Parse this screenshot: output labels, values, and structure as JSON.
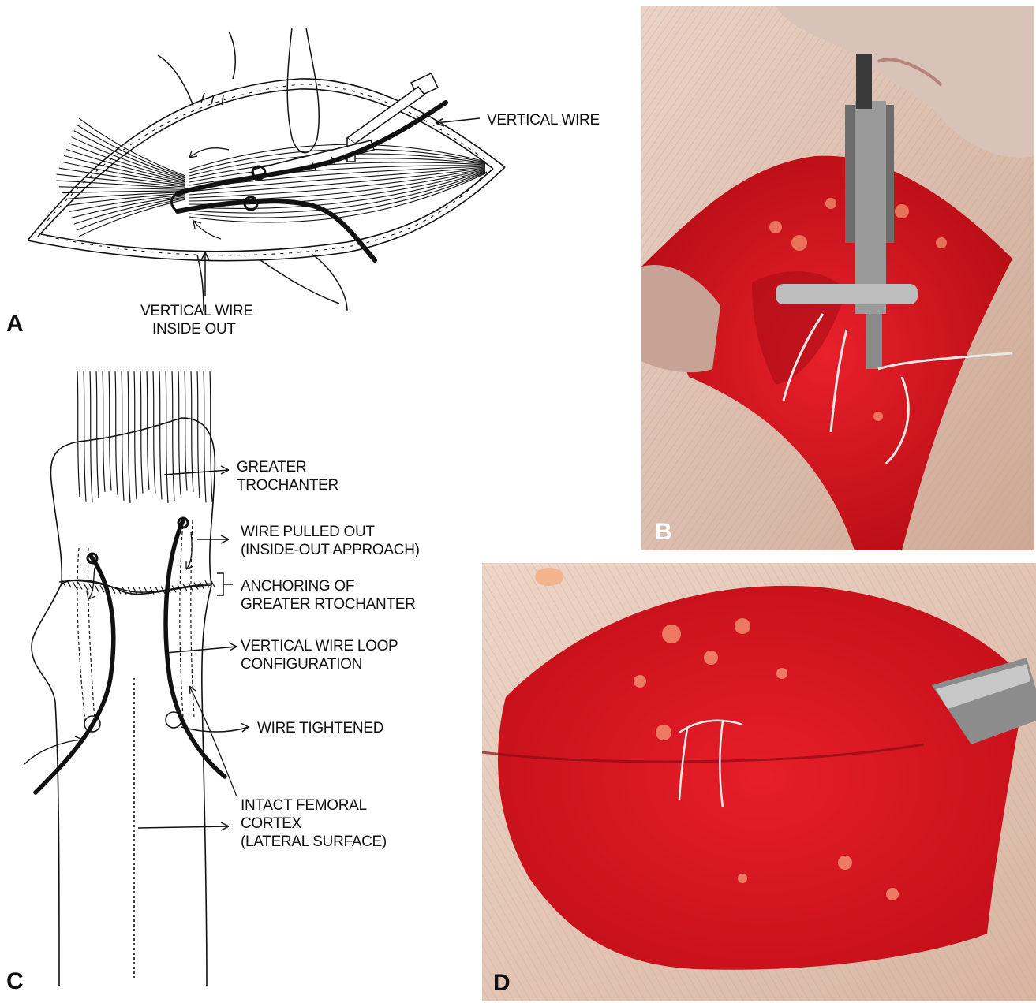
{
  "panels": {
    "a": {
      "letter": "A",
      "label_vertical_wire": "VERTICAL WIRE",
      "label_inside_out_line1": "VERTICAL WIRE",
      "label_inside_out_line2": "INSIDE OUT"
    },
    "b": {
      "letter": "B"
    },
    "c": {
      "letter": "C",
      "greater_trochanter_line1": "GREATER",
      "greater_trochanter_line2": "TROCHANTER",
      "wire_pulled_line1": "WIRE PULLED OUT",
      "wire_pulled_line2": "(INSIDE-OUT APPROACH)",
      "anchoring_line1": "ANCHORING OF",
      "anchoring_line2": "GREATER RTOCHANTER",
      "loop_line1": "VERTICAL WIRE LOOP",
      "loop_line2": "CONFIGURATION",
      "tightened": "WIRE TIGHTENED",
      "cortex_line1": "INTACT FEMORAL",
      "cortex_line2": "CORTEX",
      "cortex_line3": "(LATERAL SURFACE)"
    },
    "d": {
      "letter": "D"
    }
  },
  "colors": {
    "line": "#111111",
    "tissue_red": "#d8101f",
    "skin": "#e4c7b4"
  }
}
